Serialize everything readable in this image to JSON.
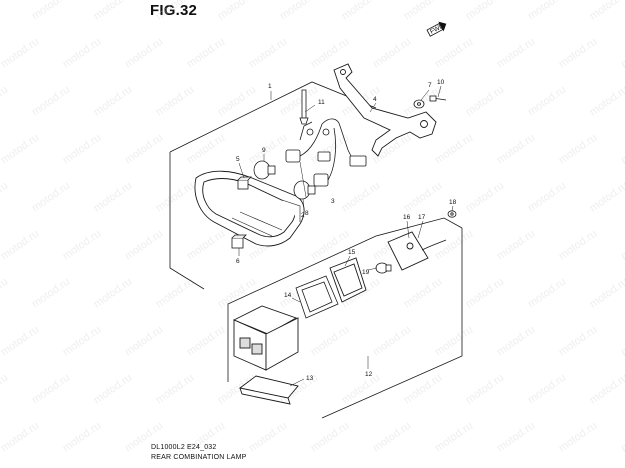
{
  "header": {
    "figure_label": "FIG.32"
  },
  "footer": {
    "model_code": "DL1000L2 E24_032",
    "assembly_name": "REAR COMBINATION LAMP"
  },
  "watermark": {
    "text": "motod.ru"
  },
  "callouts": {
    "c1": "1",
    "c2": "2",
    "c3": "3",
    "c4": "4",
    "c5": "5",
    "c6": "6",
    "c7": "7",
    "c8": "8",
    "c9": "9",
    "c10": "10",
    "c11": "11",
    "c12": "12",
    "c13": "13",
    "c14": "14",
    "c15": "15",
    "c16": "16",
    "c17": "17",
    "c18": "18",
    "c19": "19"
  },
  "colors": {
    "line": "#1a1a1a",
    "watermark": "#cfcfcf",
    "background": "#ffffff"
  },
  "icons": {
    "front_arrow": "front-direction-arrow-icon"
  }
}
